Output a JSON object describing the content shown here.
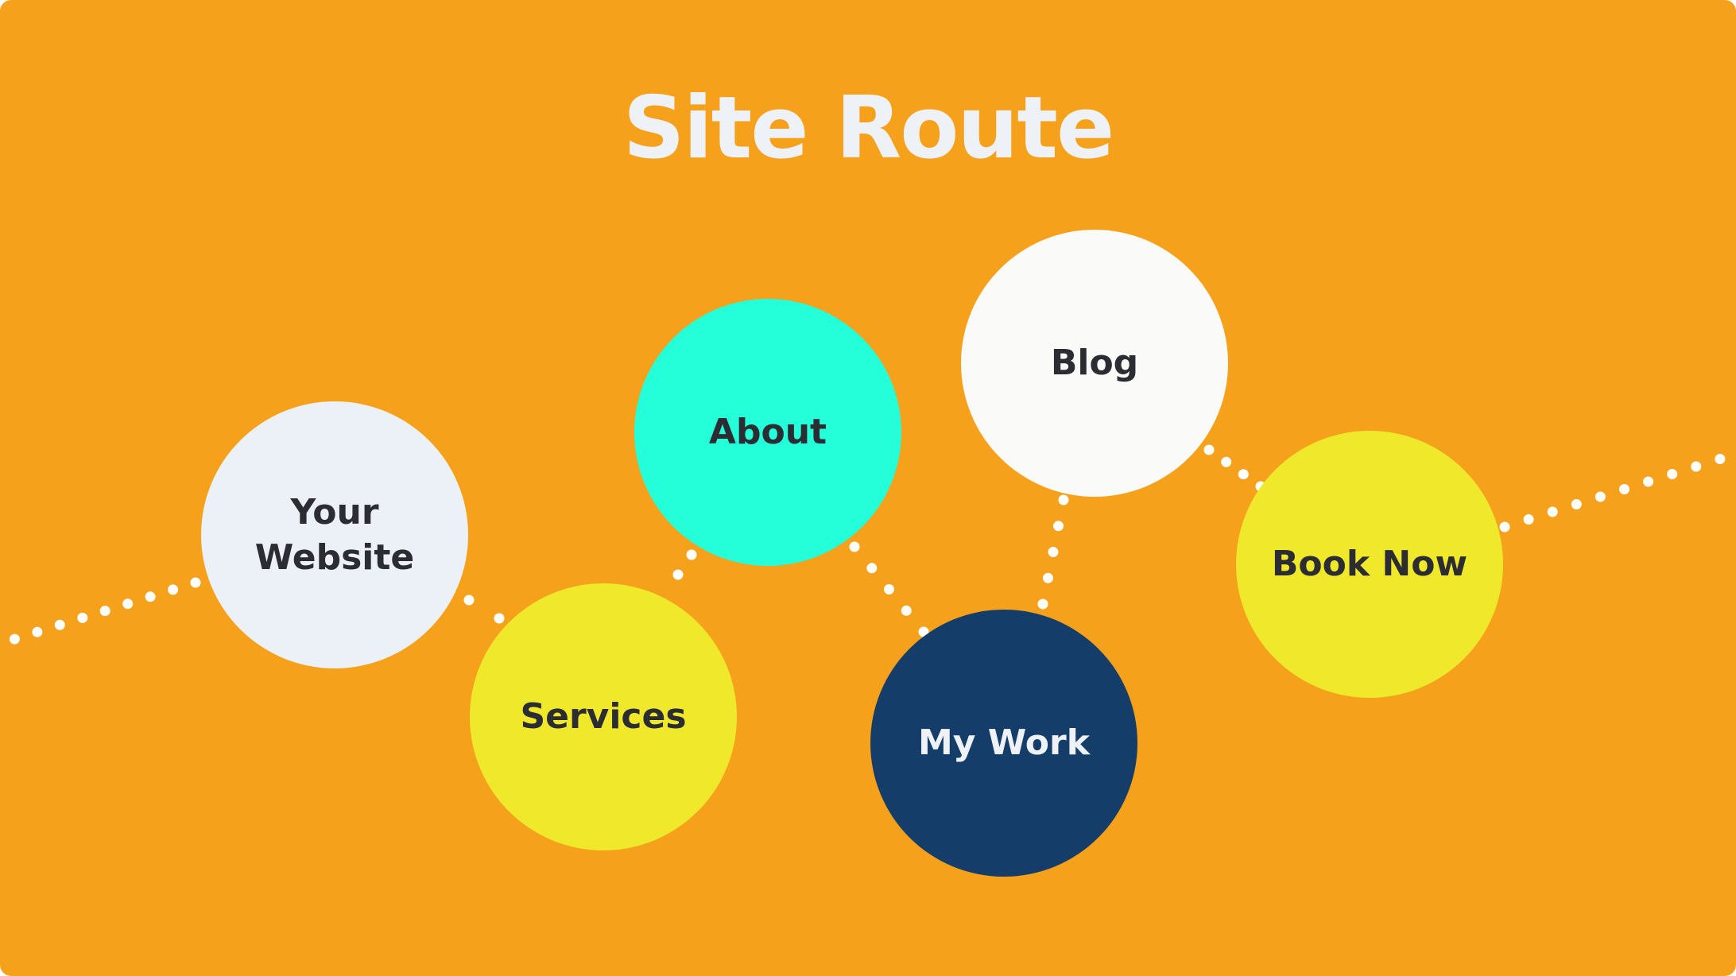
{
  "title": "Site Route",
  "colors": {
    "background": "#F5A11C",
    "title": "#EEF2F6",
    "route_dots": "#FFFFFF",
    "dark_text": "#2B2D33",
    "light_text": "#EEF2F6"
  },
  "nodes": [
    {
      "id": "your-website",
      "label": "Your Website",
      "fill": "#ECF1F7",
      "text_color": "#2B2D33"
    },
    {
      "id": "services",
      "label": "Services",
      "fill": "#F0E82A",
      "text_color": "#2B2D33"
    },
    {
      "id": "about",
      "label": "About",
      "fill": "#24FFDA",
      "text_color": "#2B2D33"
    },
    {
      "id": "my-work",
      "label": "My Work",
      "fill": "#143D69",
      "text_color": "#EEF2F6"
    },
    {
      "id": "blog",
      "label": "Blog",
      "fill": "#FAFAF8",
      "text_color": "#2B2D33"
    },
    {
      "id": "book-now",
      "label": "Book Now",
      "fill": "#F0E82A",
      "text_color": "#2B2D33"
    }
  ],
  "route_order": [
    "your-website",
    "services",
    "about",
    "my-work",
    "blog",
    "book-now"
  ]
}
